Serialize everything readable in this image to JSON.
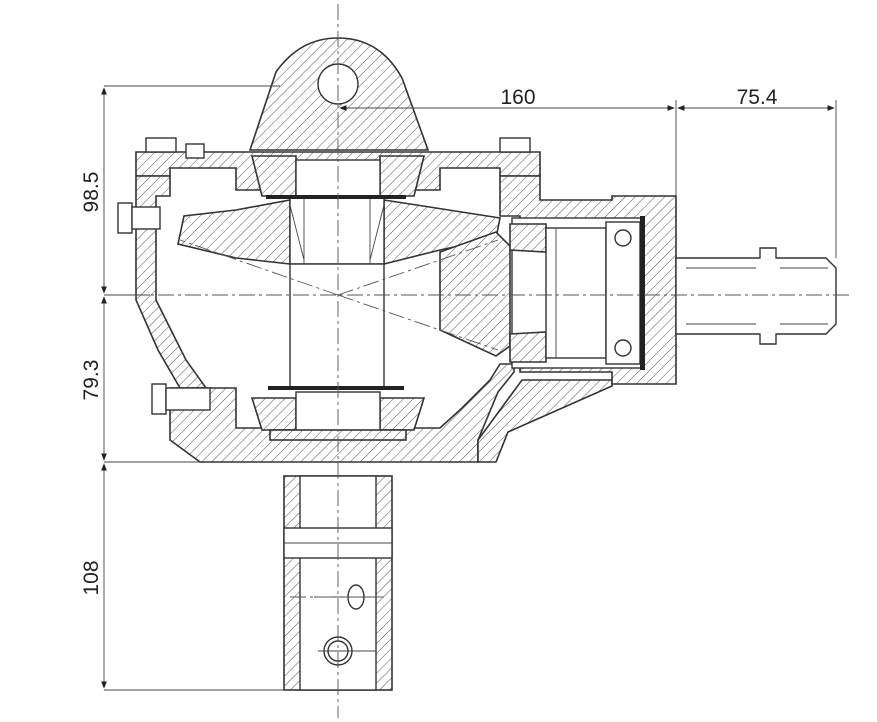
{
  "drawing": {
    "dimensions": {
      "top_horizontal": "160",
      "right_horizontal": "75.4",
      "upper_vertical": "98.5",
      "middle_vertical": "79.3",
      "lower_vertical": "108"
    }
  }
}
